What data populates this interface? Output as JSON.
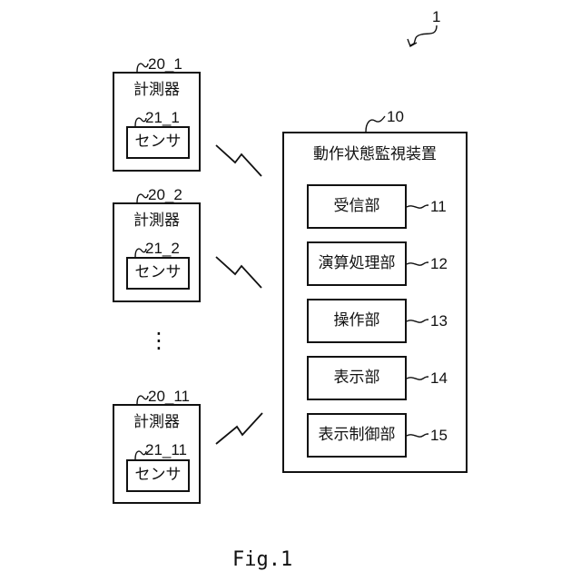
{
  "figure": {
    "system_ref": "1",
    "caption": "Fig.1"
  },
  "meters": [
    {
      "ref": "20_1",
      "label": "計測器",
      "sensor_ref": "21_1",
      "sensor_label": "センサ"
    },
    {
      "ref": "20_2",
      "label": "計測器",
      "sensor_ref": "21_2",
      "sensor_label": "センサ"
    },
    {
      "ref": "20_11",
      "label": "計測器",
      "sensor_ref": "21_11",
      "sensor_label": "センサ"
    }
  ],
  "ellipsis": "⋮",
  "monitor": {
    "ref": "10",
    "title": "動作状態監視装置",
    "units": [
      {
        "label": "受信部",
        "ref": "11"
      },
      {
        "label": "演算処理部",
        "ref": "12"
      },
      {
        "label": "操作部",
        "ref": "13"
      },
      {
        "label": "表示部",
        "ref": "14"
      },
      {
        "label": "表示制御部",
        "ref": "15"
      }
    ]
  }
}
